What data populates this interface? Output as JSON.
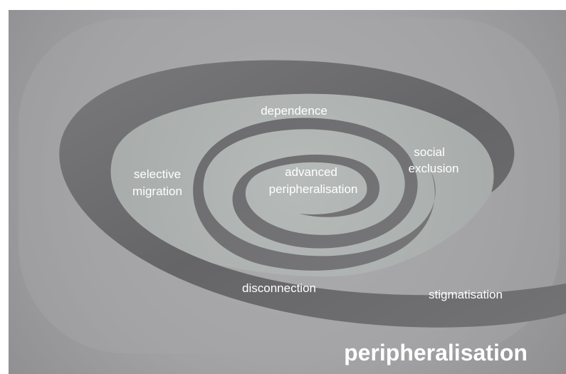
{
  "diagram": {
    "labels": {
      "dependence": "dependence",
      "social": "social",
      "exclusion": "exclusion",
      "selective": "selective",
      "migration": "migration",
      "advanced": "advanced",
      "advanced_peripheralisation": "peripheralisation",
      "disconnection": "disconnection",
      "stigmatisation": "stigmatisation",
      "peripheralisation": "peripheralisation"
    },
    "colors": {
      "background_outer": "#8f8f91",
      "background_mid": "#a8a8aa",
      "inner_field": "#adb3b1",
      "spiral_band_dark": "#6b6b6d",
      "spiral_band_light": "#8a8a8c",
      "text": "#ffffff"
    }
  }
}
